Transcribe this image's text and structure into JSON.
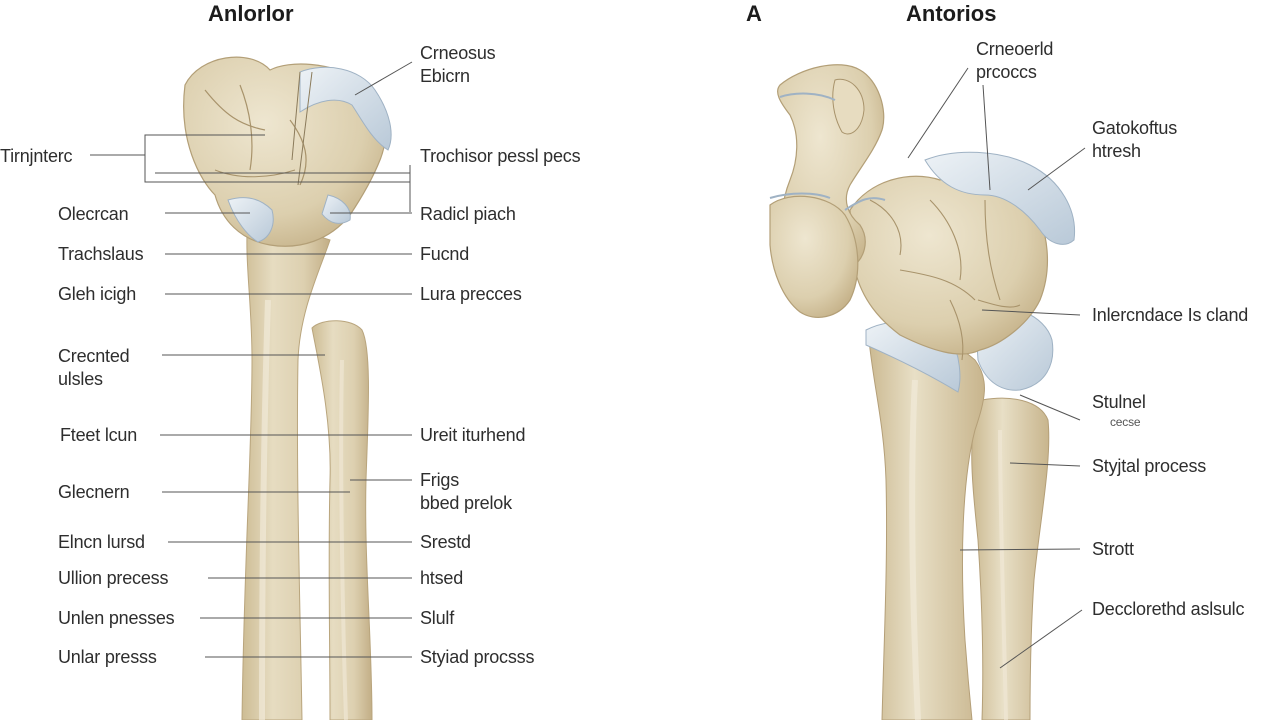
{
  "colors": {
    "bone": "#ddd0b0",
    "bone_light": "#e9dfc6",
    "bone_shade": "#c4b28a",
    "cartilage": "#dbe4ec",
    "cartilage_edge": "#9fb2c4",
    "leader": "#444444"
  },
  "left": {
    "title": "Anlorlor",
    "labels": {
      "crneosus": [
        "Crneosus",
        "Ebicrn"
      ],
      "tirnjnterc": "Tirnjnterc",
      "trochisor": "Trochisor pessl pecs",
      "olecrcan": "Olecrcan",
      "radicl_piach": "Radicl piach",
      "trachslaus": "Trachslaus",
      "fucnd": "Fucnd",
      "gleh_icigh": "Gleh icigh",
      "lura_precces": "Lura precces",
      "crecnted": [
        "Crecnted",
        "ulsles"
      ],
      "fteet_lcun": "Fteet lcun",
      "ureit_iturhend": "Ureit iturhend",
      "glecnern": "Glecnern",
      "frigs": [
        "Frigs",
        "bbed prelok"
      ],
      "elncn_lursd": "Elncn lursd",
      "srestd": "Srestd",
      "ullion_precess": "Ullion precess",
      "htsed": "htsed",
      "unlen_pnesses": "Unlen pnesses",
      "slulf": "Slulf",
      "unlar_presss": "Unlar presss",
      "styiad_procsss": "Styiad procsss"
    }
  },
  "right": {
    "title_letter": "A",
    "title": "Antorios",
    "labels": {
      "crneoerld": [
        "Crneoerld",
        "prcoccs"
      ],
      "gatokoftus": [
        "Gatokoftus",
        "htresh"
      ],
      "inlercndace": "Inlercndace Is cland",
      "stulnel": "Stulnel",
      "stulnel_sub": "cecse",
      "styjtal_process": "Styjtal process",
      "strott": "Strott",
      "decclorethd": "Decclorethd aslsulc"
    }
  }
}
